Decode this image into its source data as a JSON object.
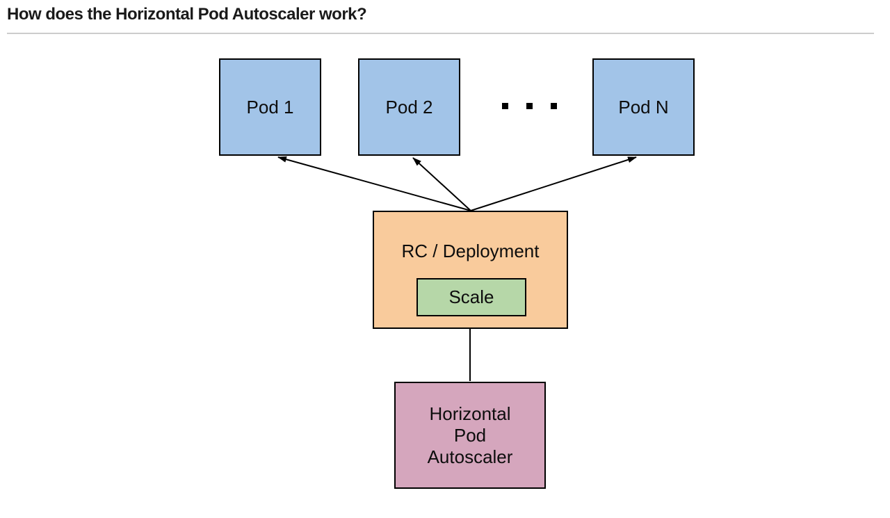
{
  "page": {
    "title": "How does the Horizontal Pod Autoscaler work?"
  },
  "diagram": {
    "pods": [
      {
        "label": "Pod 1"
      },
      {
        "label": "Pod 2"
      },
      {
        "label": "Pod N"
      }
    ],
    "ellipsis_icon": "three-square-dots",
    "rc": {
      "label": "RC / Deployment"
    },
    "scale": {
      "label": "Scale"
    },
    "hpa": {
      "label": "Horizontal Pod Autoscaler",
      "lines": [
        "Horizontal",
        "Pod",
        "Autoscaler"
      ]
    }
  },
  "colors": {
    "pod_fill": "#a2c4e8",
    "rc_fill": "#f9cb9c",
    "scale_fill": "#b6d7a8",
    "hpa_fill": "#d5a6bd",
    "line_color": "#000000",
    "rule_color": "#cccccc",
    "title_color": "#1a1a1a"
  }
}
